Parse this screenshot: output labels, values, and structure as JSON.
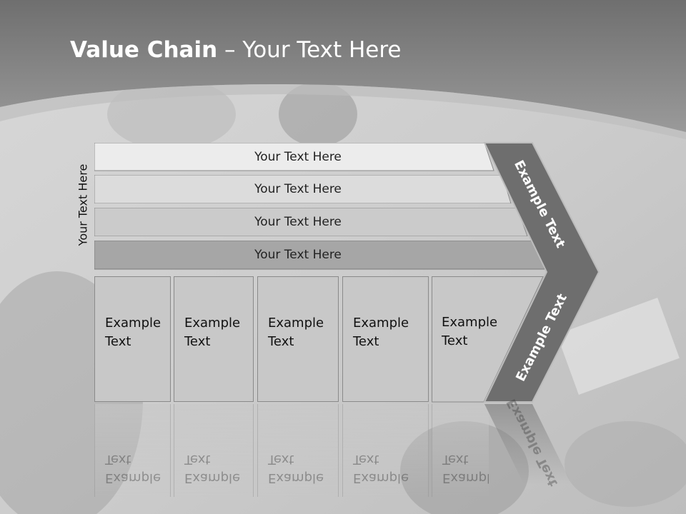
{
  "slide": {
    "title_bold": "Value Chain",
    "title_rest": " – Your Text Here",
    "vertical_label": "Your Text Here",
    "bars": [
      {
        "label": "Your Text Here"
      },
      {
        "label": "Your Text Here"
      },
      {
        "label": "Your Text Here"
      },
      {
        "label": "Your Text Here"
      }
    ],
    "boxes": [
      {
        "label": "Example Text"
      },
      {
        "label": "Example Text"
      },
      {
        "label": "Example Text"
      },
      {
        "label": "Example Text"
      },
      {
        "label": "Example Text"
      }
    ],
    "chevron_top": "Example Text",
    "chevron_bottom": "Example Text"
  }
}
